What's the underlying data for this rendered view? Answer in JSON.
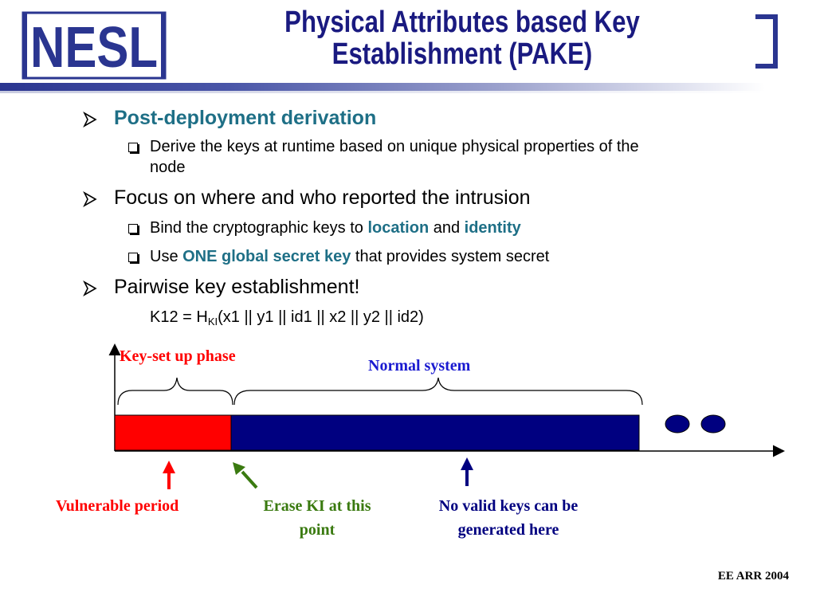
{
  "header": {
    "logo_text": "NESL",
    "title_line1": "Physical Attributes based Key",
    "title_line2": "Establishment (PAKE)",
    "colors": {
      "title": "#1a1a80",
      "logo": "#2a3590"
    }
  },
  "bullets": [
    {
      "text": "Post-deployment derivation",
      "subs": [
        {
          "text_line1": "Derive the keys at runtime based on unique physical properties of the",
          "text_line2": "node"
        }
      ]
    },
    {
      "text": "Focus on where and who reported the intrusion",
      "subs": [
        {
          "pre": "Bind the cryptographic keys to ",
          "hl1": "location",
          "mid": " and ",
          "hl2": "identity"
        },
        {
          "pre": "Use ",
          "hl1": "ONE global secret key",
          "post": " that provides system secret"
        }
      ]
    },
    {
      "text": "Pairwise key establishment!",
      "formula": {
        "pre": "K12 = H",
        "sub": "KI",
        "post": "(x1 || y1 || id1 || x2 || y2 || id2)"
      }
    }
  ],
  "diagram": {
    "key_setup_label": "Key-set up phase",
    "normal_system_label": "Normal system",
    "vulnerable_label": "Vulnerable period",
    "erase_label_line1": "Erase KI at this",
    "erase_label_line2": "point",
    "novalid_label_line1": "No valid keys can be",
    "novalid_label_line2": "generated here",
    "colors": {
      "red": "#ff0000",
      "navy": "#000080",
      "green": "#3a7a10",
      "teal": "#1e6f86"
    }
  },
  "footer": {
    "text": "EE ARR 2004"
  }
}
